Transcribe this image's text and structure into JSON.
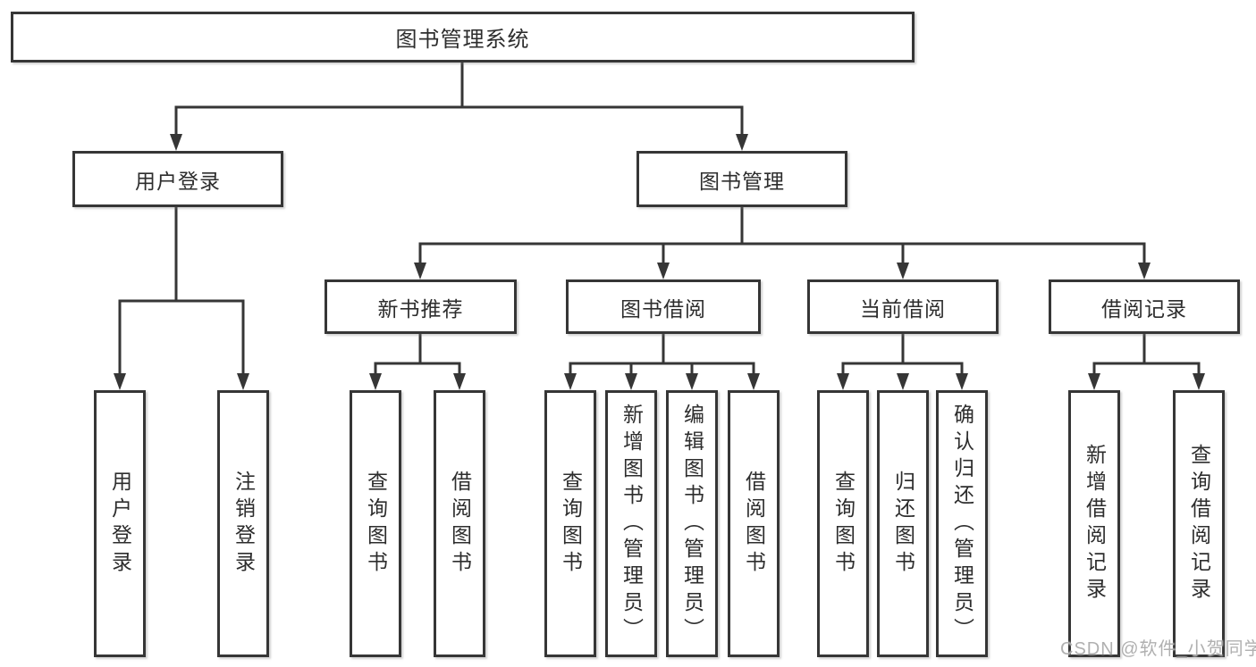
{
  "tree": {
    "root": {
      "label": "图书管理系统"
    },
    "children": [
      {
        "label": "用户登录",
        "children": [
          {
            "label": "用户登录"
          },
          {
            "label": "注销登录"
          }
        ]
      },
      {
        "label": "图书管理",
        "children": [
          {
            "label": "新书推荐",
            "children": [
              {
                "label": "查询图书"
              },
              {
                "label": "借阅图书"
              }
            ]
          },
          {
            "label": "图书借阅",
            "children": [
              {
                "label": "查询图书"
              },
              {
                "label": "新增图书（管理员）"
              },
              {
                "label": "编辑图书（管理员）"
              },
              {
                "label": "借阅图书"
              }
            ]
          },
          {
            "label": "当前借阅",
            "children": [
              {
                "label": "查询图书"
              },
              {
                "label": "归还图书"
              },
              {
                "label": "确认归还（管理员）"
              }
            ]
          },
          {
            "label": "借阅记录",
            "children": [
              {
                "label": "新增借阅记录"
              },
              {
                "label": "查询借阅记录"
              }
            ]
          }
        ]
      }
    ]
  },
  "watermark": {
    "text": "CSDN @软件_小贺同学",
    "color": "#a7a7a7"
  },
  "colors": {
    "line": "#363636",
    "text": "#2d2d2d",
    "background": "#ffffff"
  }
}
